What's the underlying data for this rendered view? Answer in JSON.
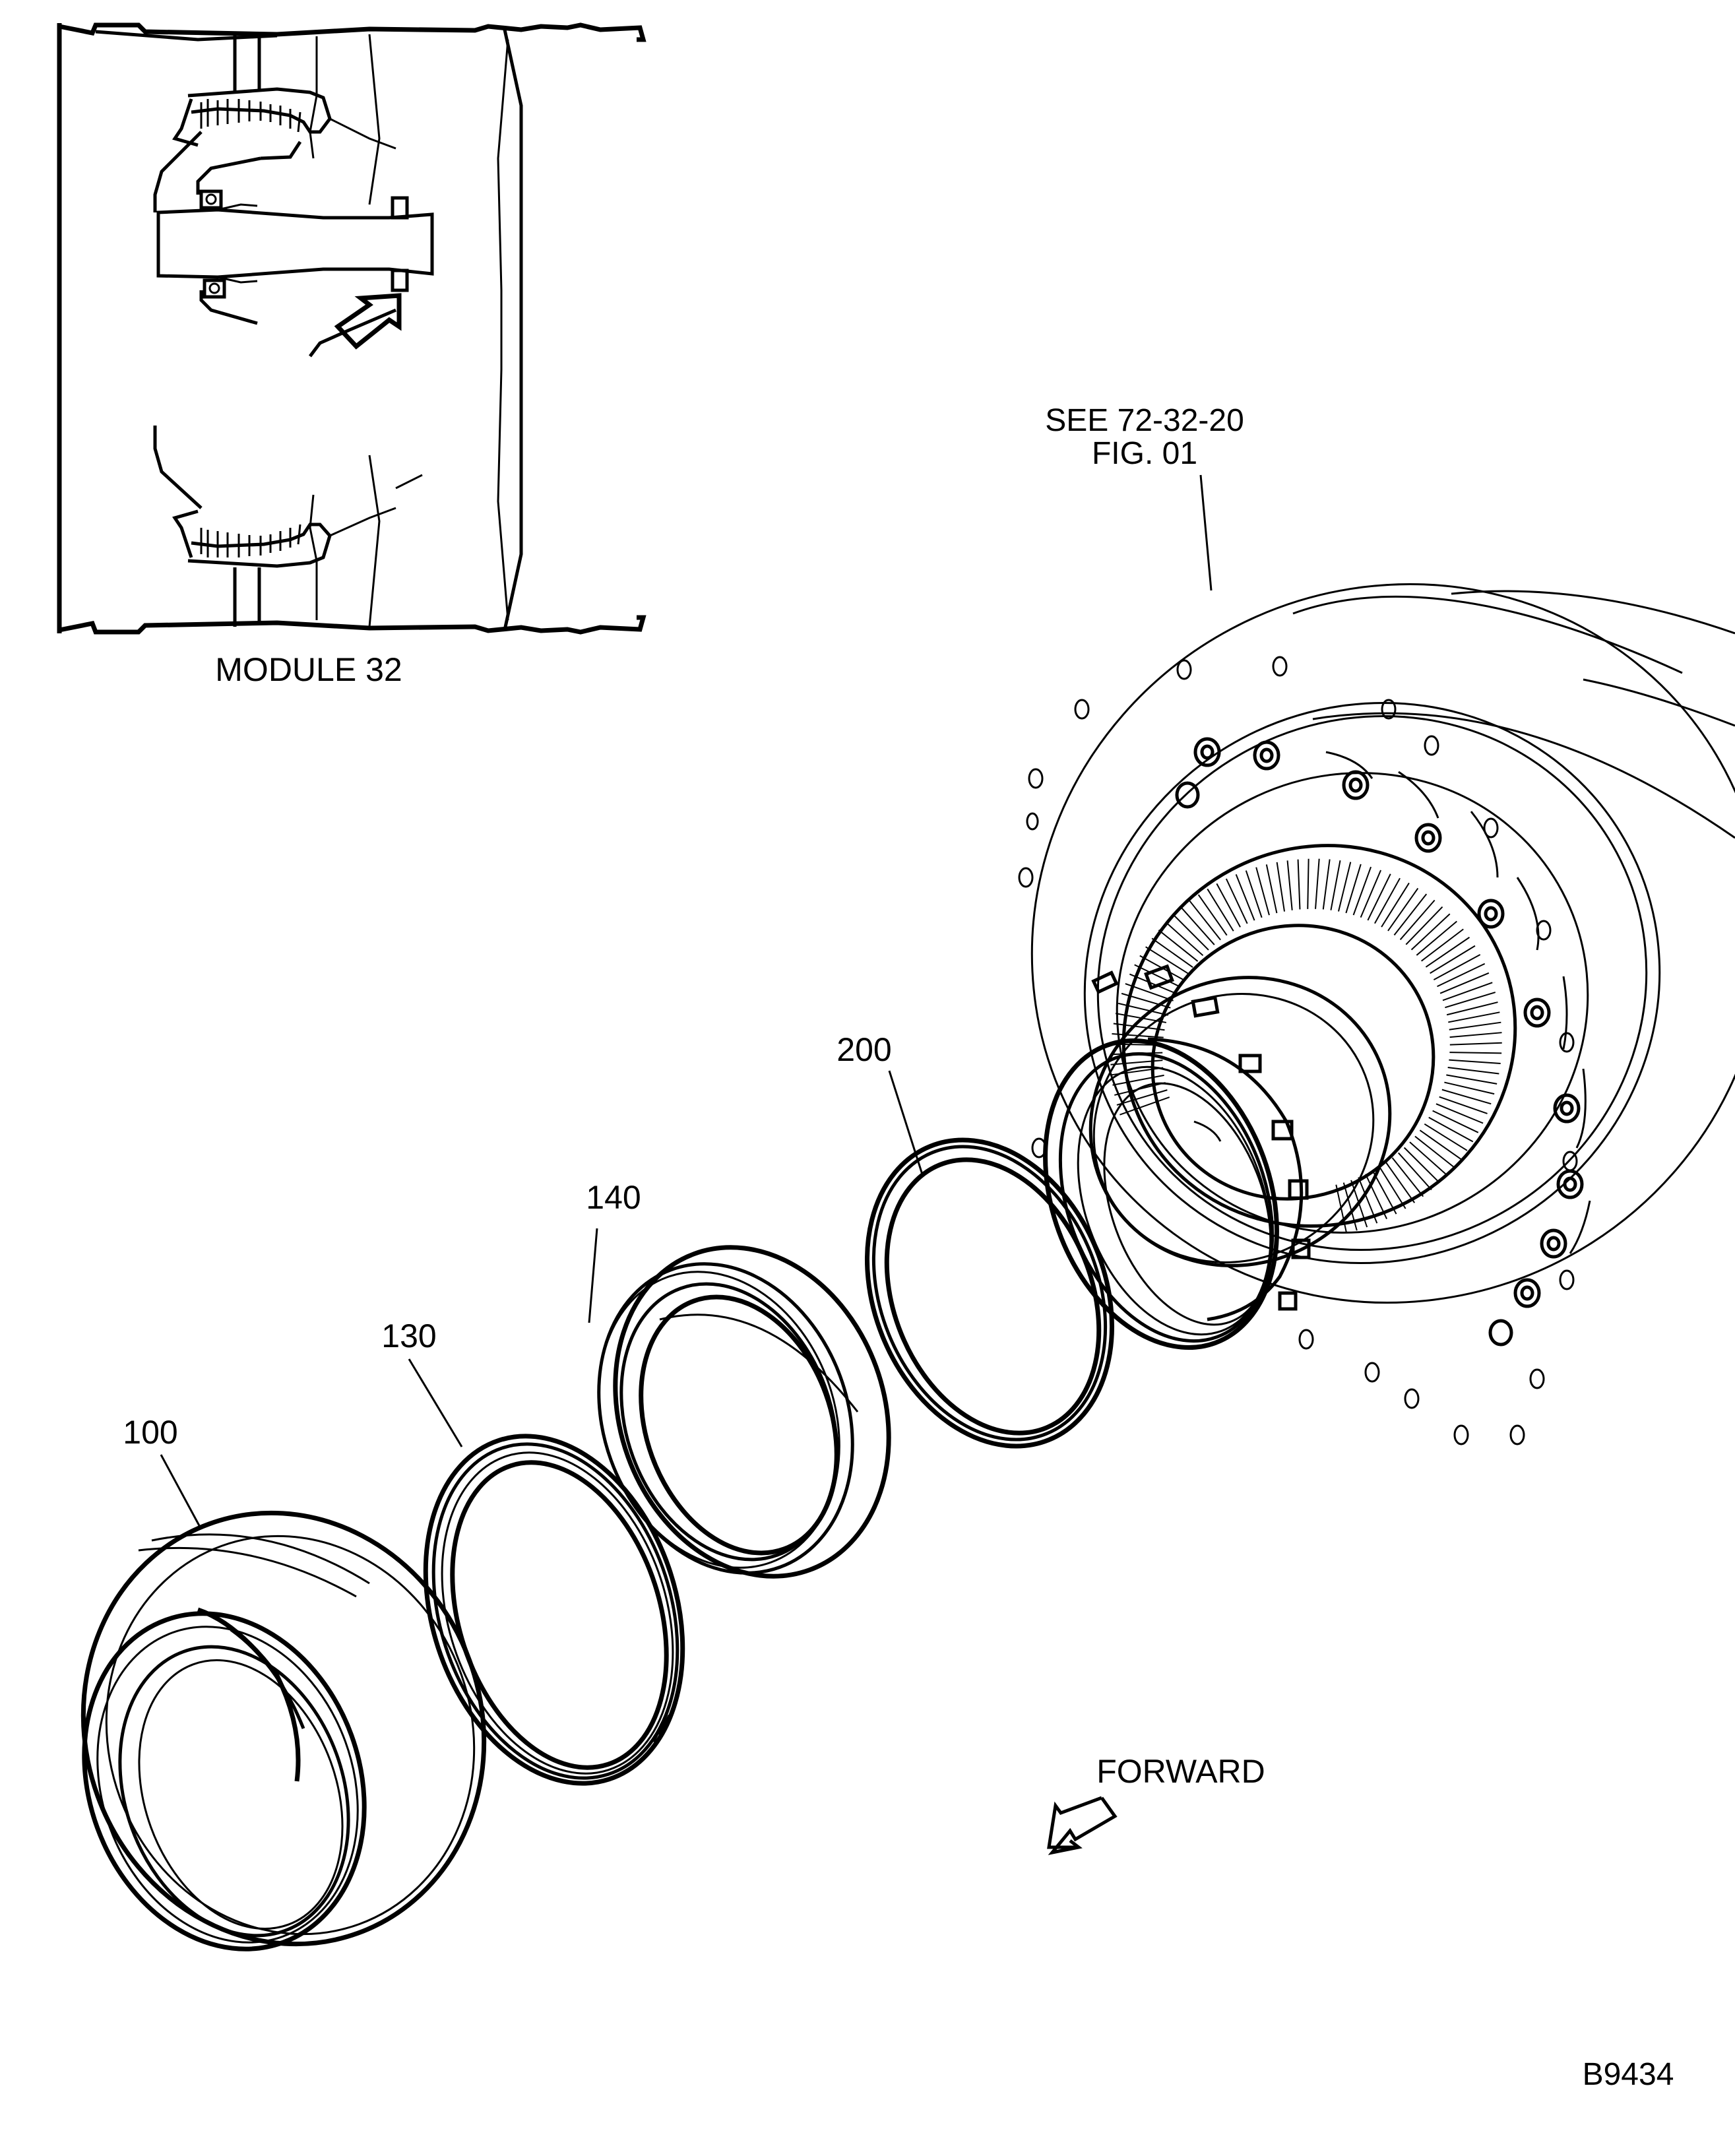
{
  "figure": {
    "figure_id": "B9434",
    "inset": {
      "caption": "MODULE 32"
    },
    "reference_note": {
      "line1": "SEE 72-32-20",
      "line2": "FIG. 01"
    },
    "direction_indicator": {
      "label": "FORWARD",
      "icon": "forward-arrow-icon"
    },
    "item_callouts": [
      {
        "number": "100"
      },
      {
        "number": "130"
      },
      {
        "number": "140"
      },
      {
        "number": "200"
      }
    ],
    "colors": {
      "ink": "#000000",
      "paper": "#ffffff"
    }
  }
}
